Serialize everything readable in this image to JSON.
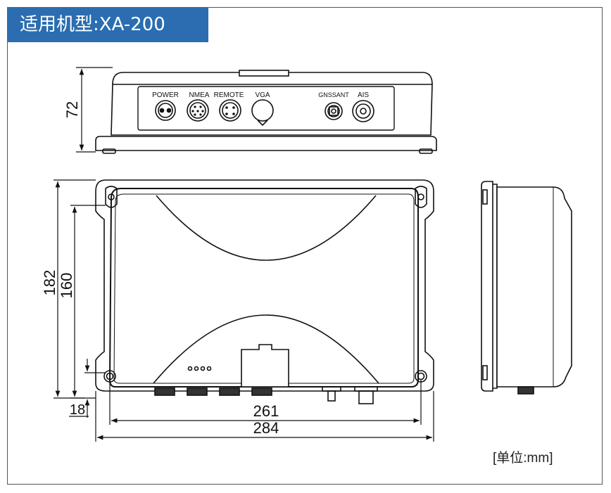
{
  "header": {
    "title": "适用机型:XA-200"
  },
  "front_view": {
    "ports": [
      {
        "label": "POWER"
      },
      {
        "label": "NMEA"
      },
      {
        "label": "REMOTE"
      },
      {
        "label": "VGA"
      },
      {
        "label": "GNSSANT"
      },
      {
        "label": "AIS"
      }
    ]
  },
  "dimensions": {
    "height": "72",
    "total_depth": "182",
    "inner_depth": "160",
    "offset": "18",
    "inner_width": "261",
    "total_width": "284"
  },
  "footer": {
    "unit": "[单位:mm]"
  },
  "colors": {
    "title_bg": "#2b6db0",
    "line": "#111111"
  }
}
